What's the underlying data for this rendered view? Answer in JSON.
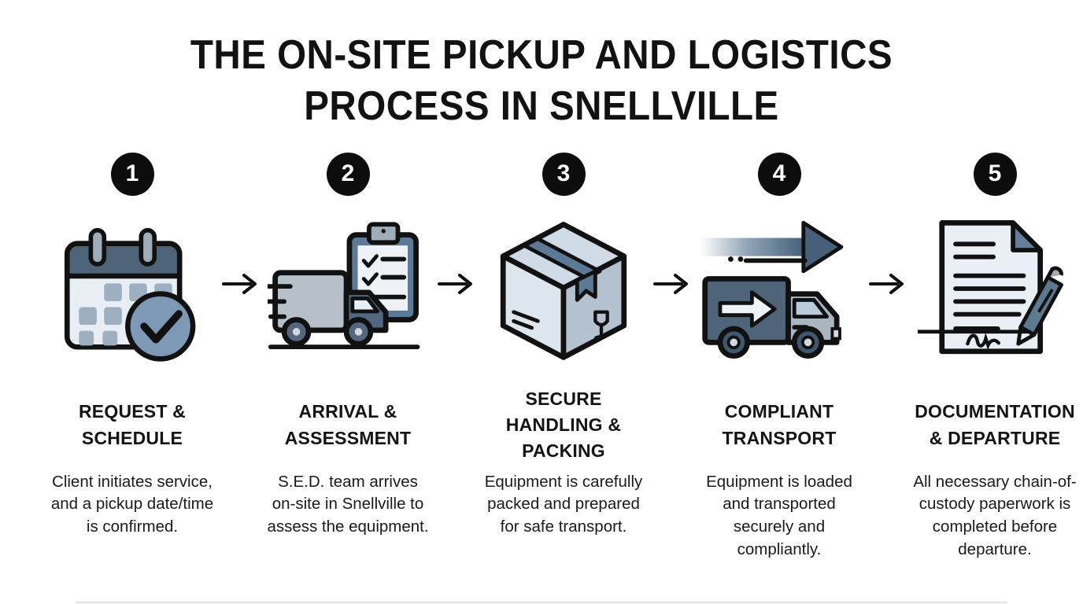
{
  "title": {
    "text": "THE ON-SITE PICKUP AND LOGISTICS\nPROCESS IN SNELLVILLE"
  },
  "steps": [
    {
      "number": "1",
      "icon": "calendar-check-icon",
      "heading": "REQUEST &\nSCHEDULE",
      "description": "Client initiates service,\nand a pickup date/time\nis confirmed."
    },
    {
      "number": "2",
      "icon": "truck-clipboard-icon",
      "heading": "ARRIVAL &\nASSESSMENT",
      "description": "S.E.D. team arrives\non-site in Snellville to\nassess the equipment."
    },
    {
      "number": "3",
      "icon": "packing-box-icon",
      "heading": "SECURE\nHANDLING &\nPACKING",
      "description": "Equipment is carefully\npacked and prepared\nfor safe transport."
    },
    {
      "number": "4",
      "icon": "transport-truck-icon",
      "heading": "COMPLIANT\nTRANSPORT",
      "description": "Equipment is loaded\nand transported\nsecurely and\ncompliantly."
    },
    {
      "number": "5",
      "icon": "signed-document-icon",
      "heading": "DOCUMENTATION\n& DEPARTURE",
      "description": "All necessary chain-of-\ncustody paperwork is\ncompleted before\ndeparture."
    }
  ],
  "colors": {
    "badge_bg": "#0d0d0d",
    "outline": "#111111",
    "slate_dark": "#4e6579",
    "slate_mid": "#7d99b6",
    "grey_blue": "#9fafbe",
    "steel_grey": "#b3bfc8",
    "light_panel": "#e9eef4",
    "background": "#fefefe"
  }
}
